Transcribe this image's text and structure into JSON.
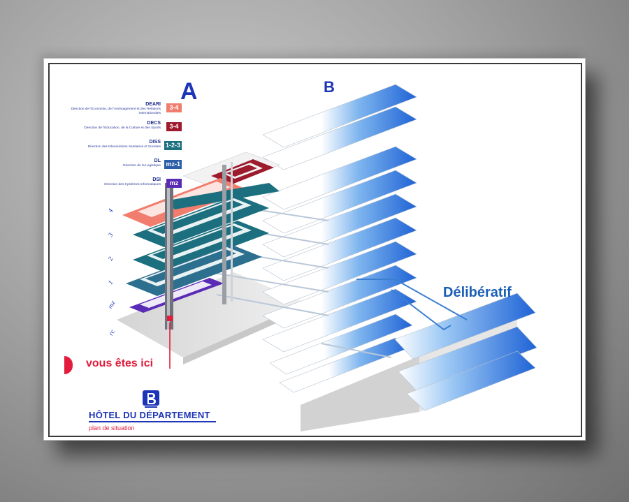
{
  "building_a": {
    "letter": "A"
  },
  "building_b": {
    "letter": "B"
  },
  "deliberatif_label": "Délibératif",
  "legend": [
    {
      "code": "DEARI",
      "description": "Direction de l'Economie, de l'Aménagement et des Relations Internationales",
      "floors": "3-4",
      "color": "#f07d6e"
    },
    {
      "code": "DECS",
      "description": "Direction de l'Education, de la Culture et des Sports",
      "floors": "3-4",
      "color": "#9c1b2c"
    },
    {
      "code": "DISS",
      "description": "Direction des Interventions Sanitaires et Sociales",
      "floors": "1-2-3",
      "color": "#1b6f7e"
    },
    {
      "code": "DL",
      "description": "Direction de la Logistique",
      "floors": "mz-1",
      "color": "#2c5fa8"
    },
    {
      "code": "DSI",
      "description": "Direction des Systèmes Informatiques",
      "floors": "mz",
      "color": "#5a2bb5"
    }
  ],
  "floor_labels": [
    "4",
    "3",
    "2",
    "1",
    "mz",
    "rc"
  ],
  "you_are_here": "vous êtes ici",
  "logo_icon": "department-logo-icon",
  "title": "HÔTEL DU DÉPARTEMENT",
  "subtitle": "plan de situation",
  "colors": {
    "accent_blue": "#1c34b8",
    "red": "#e31c3d",
    "gradient_blue": "#2f7fe0"
  }
}
